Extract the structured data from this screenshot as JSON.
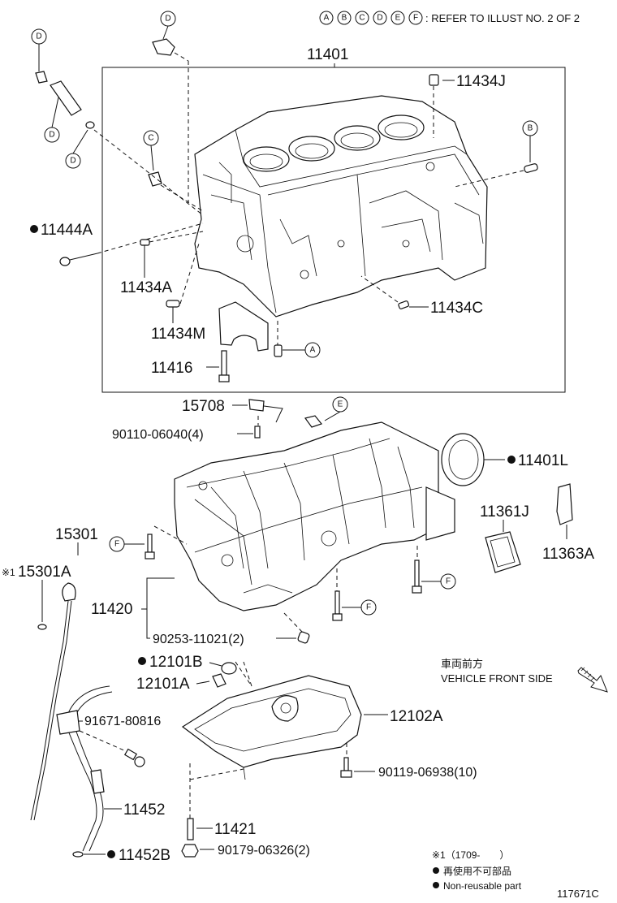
{
  "header": {
    "circled_letters": [
      "A",
      "B",
      "C",
      "D",
      "E",
      "F"
    ],
    "refer_text": ": REFER TO ILLUST NO. 2 OF 2"
  },
  "parts": {
    "p11401": "11401",
    "p11434J": "11434J",
    "p11444A": "11444A",
    "p11434A": "11434A",
    "p11434C": "11434C",
    "p11434M": "11434M",
    "p11416": "11416",
    "p15708": "15708",
    "p90110": "90110-06040(4)",
    "p11401L": "11401L",
    "p11361J": "11361J",
    "p11363A": "11363A",
    "p15301": "15301",
    "p15301A": "15301A",
    "p11420": "11420",
    "p90253": "90253-11021(2)",
    "p12101B": "12101B",
    "p12101A": "12101A",
    "p91671": "91671-80816",
    "p12102A": "12102A",
    "p90119": "90119-06938(10)",
    "p11452": "11452",
    "p11421": "11421",
    "p90179": "90179-06326(2)",
    "p11452B": "11452B"
  },
  "callouts": {
    "d1": "D",
    "d2": "D",
    "d3": "D",
    "d4": "D",
    "c1": "C",
    "b1": "B",
    "a1": "A",
    "e1": "E",
    "f1": "F",
    "f2": "F",
    "f3": "F"
  },
  "marks": {
    "asterisk1": "※1"
  },
  "front": {
    "jp": "車両前方",
    "en": "VEHICLE FRONT SIDE"
  },
  "legend": {
    "line1": "※1（1709-　　）",
    "line2_jp": "再使用不可部品",
    "line3_en": "Non-reusable part"
  },
  "figure_id": "117671C",
  "colors": {
    "ink": "#111111",
    "paper": "#ffffff"
  }
}
